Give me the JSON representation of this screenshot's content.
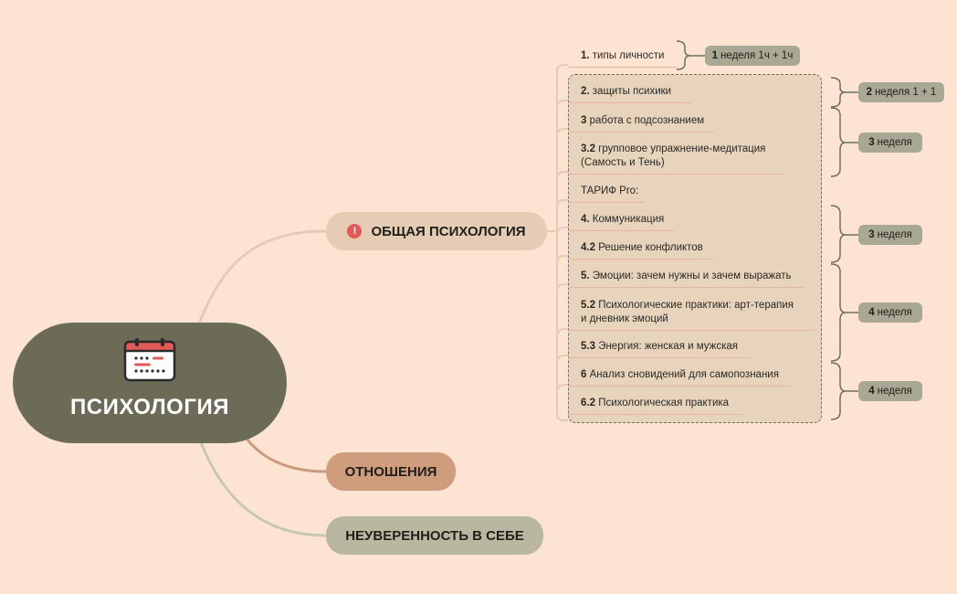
{
  "root": {
    "title": "ПСИХОЛОГИЯ",
    "icon": "calendar-icon"
  },
  "branches": {
    "general": {
      "label": "ОБЩАЯ ПСИХОЛОГИЯ",
      "priority": "!",
      "priority_icon": "priority-exclamation-icon"
    },
    "relations": {
      "label": "ОТНОШЕНИЯ"
    },
    "insecurity": {
      "label": "НЕУВЕРЕННОСТЬ В СЕБЕ"
    }
  },
  "topics": [
    {
      "num": "1.",
      "text": " типы личности"
    },
    {
      "num": "2.",
      "text": " защиты психики"
    },
    {
      "num": "3",
      "text": " работа с подсознанием"
    },
    {
      "num": "3.2",
      "text": " групповое упражнение-медитация",
      "text2": "(Самость и Тень)"
    },
    {
      "num": "",
      "text": "ТАРИФ Pro:"
    },
    {
      "num": "4.",
      "text": " Коммуникация"
    },
    {
      "num": "4.2",
      "text": " Решение конфликтов"
    },
    {
      "num": "5.",
      "text": " Эмоции: зачем нужны и зачем выражать"
    },
    {
      "num": "5.2",
      "text": " Психологические практики: арт-терапия",
      "text2": "и дневник эмоций"
    },
    {
      "num": "5.3",
      "text": " Энергия: женская и мужская"
    },
    {
      "num": "6",
      "text": " Анализ сновидений для самопознания"
    },
    {
      "num": "6.2",
      "text": " Психологическая практика"
    }
  ],
  "summaries": [
    {
      "num": "1",
      "text": "неделя 1ч + 1ч"
    },
    {
      "num": "2",
      "text": "неделя 1 + 1"
    },
    {
      "num": "3",
      "text": "неделя"
    },
    {
      "num": "3",
      "text": "неделя"
    },
    {
      "num": "4",
      "text": "неделя"
    },
    {
      "num": "4",
      "text": "неделя"
    }
  ],
  "colors": {
    "background": "#fde4d2",
    "root": "#6b6b58",
    "general_branch": "#e7ccb5",
    "relations_branch": "#cf9c7e",
    "insecurity_branch": "#b9b7a0",
    "summary": "#a8a895",
    "priority": "#e25a57"
  }
}
